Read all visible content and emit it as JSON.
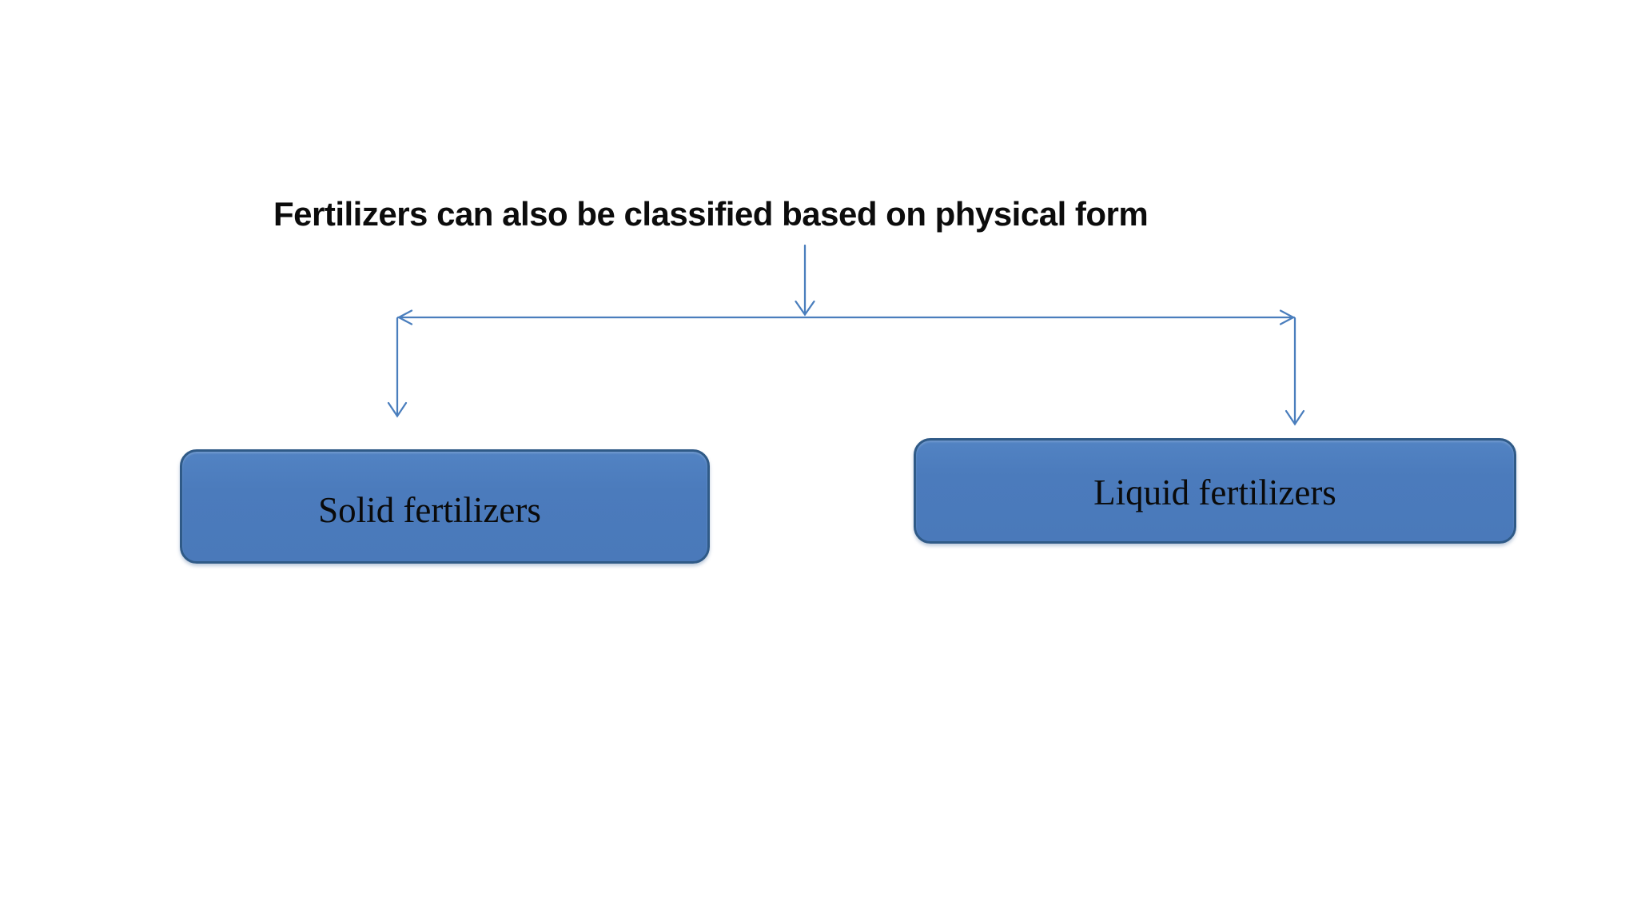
{
  "diagram": {
    "title": "Fertilizers can also be classified based on physical form",
    "nodes": [
      {
        "id": "solid",
        "label": "Solid fertilizers"
      },
      {
        "id": "liquid",
        "label": "Liquid fertilizers"
      }
    ],
    "colors": {
      "background": "#ffffff",
      "title_text": "#0c0c0c",
      "node_fill": "#4b7bbc",
      "node_border": "#2f5a87",
      "node_text": "#0a0a0a",
      "connector": "#4a7ebd"
    }
  }
}
